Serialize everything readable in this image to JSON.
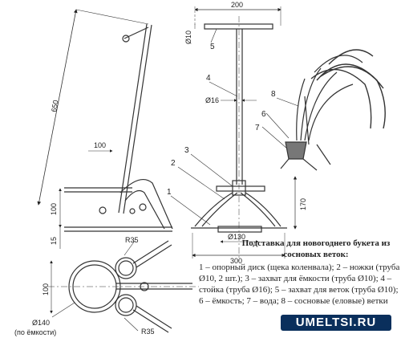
{
  "dimensions": {
    "side_height": "650",
    "side_100_top": "100",
    "side_100_left": "100",
    "side_15": "15",
    "front_width": "200",
    "rod_dia": "Ø10",
    "stand_dia": "Ø16",
    "disk_dia": "Ø130",
    "front_height": "170",
    "base_width": "300",
    "plan_r35_top": "R35",
    "plan_r35_bottom": "R35",
    "plan_100": "100",
    "plan_d140": "Ø140",
    "plan_d140_note": "(по ёмкости)"
  },
  "callouts": [
    "1",
    "2",
    "3",
    "4",
    "5",
    "6",
    "7",
    "8"
  ],
  "caption": {
    "title": "Подставка для новогоднего букета из сосновых веток:",
    "body": "1 – опорный диск (щека коленвала); 2 – ножки (труба Ø10, 2 шт.); 3 – захват для ёмкости (труба Ø10); 4 – стойка (труба Ø16); 5 – захват для веток (труба Ø10); 6 – ёмкость; 7 – вода; 8 – сосновые (еловые) ветки"
  },
  "watermark": "UMELTSI.RU"
}
